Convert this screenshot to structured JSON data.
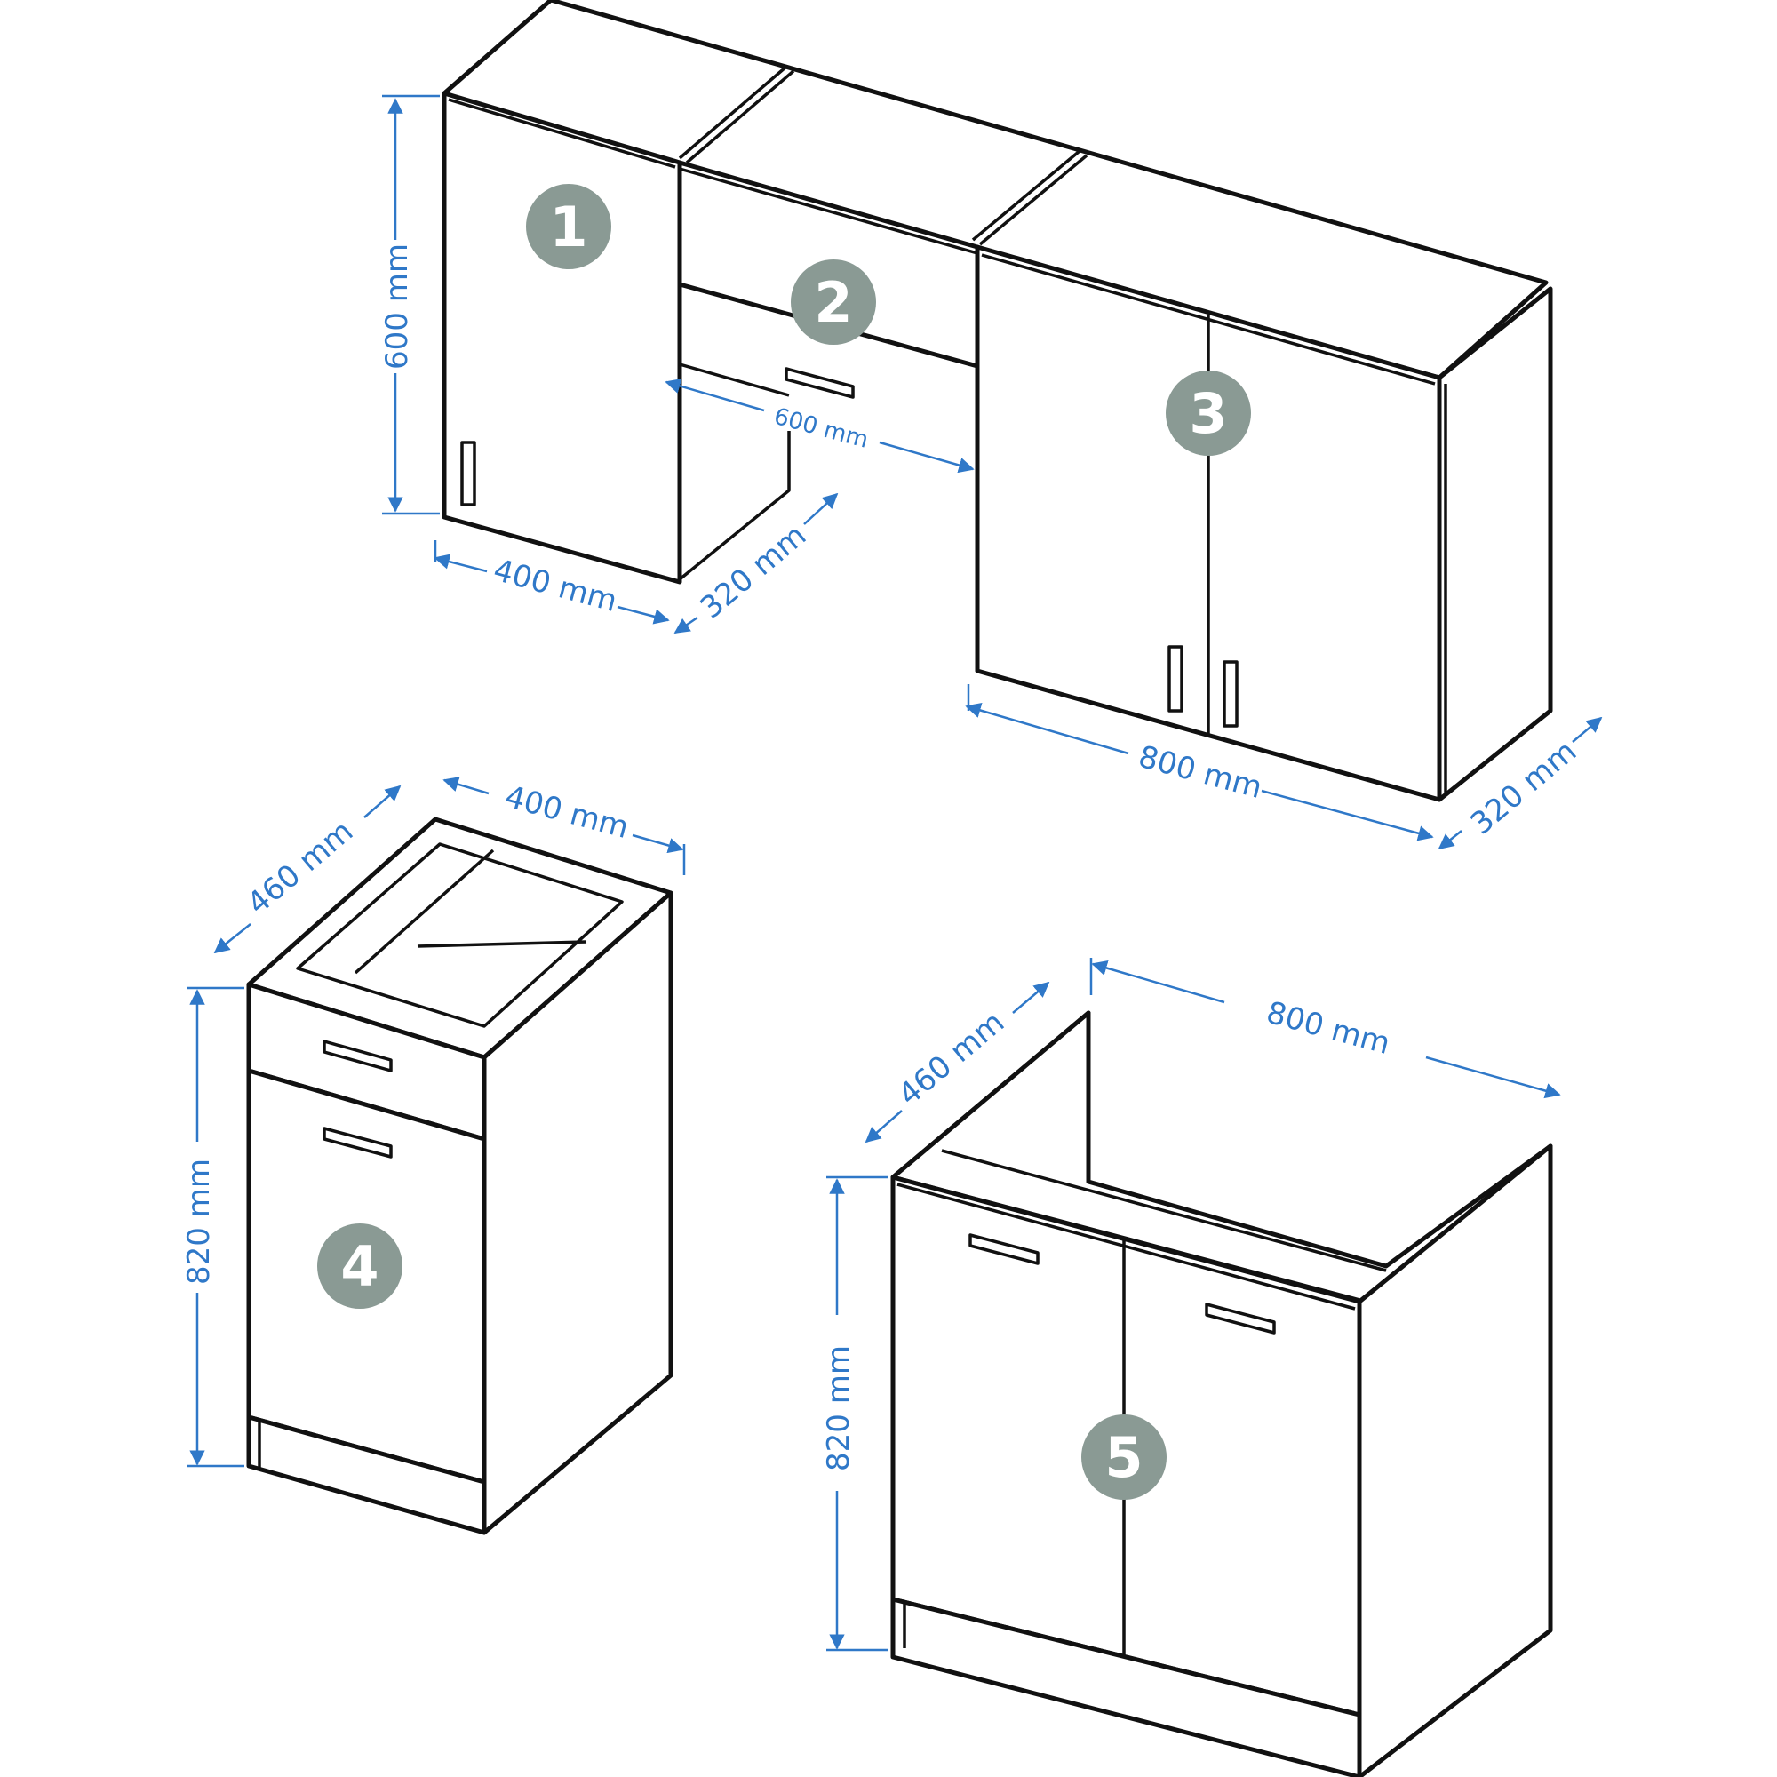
{
  "colors": {
    "line": "#111111",
    "dimension": "#2f78c8",
    "badge": "#8a9a94",
    "badge_text": "#ffffff",
    "background": "#ffffff"
  },
  "badges": [
    "1",
    "2",
    "3",
    "4",
    "5"
  ],
  "dimensions": {
    "upper_height": "600 mm",
    "upper_cab1_width": "400 mm",
    "upper_cab1_depth": "320 mm",
    "upper_cab2_width": "600 mm",
    "upper_cab3_width": "800 mm",
    "upper_cab3_depth": "320 mm",
    "base_cab4_depth": "460 mm",
    "base_cab4_width": "400 mm",
    "base_cab4_height": "820 mm",
    "base_cab5_depth": "460 mm",
    "base_cab5_width": "800 mm",
    "base_cab5_height": "820 mm"
  }
}
